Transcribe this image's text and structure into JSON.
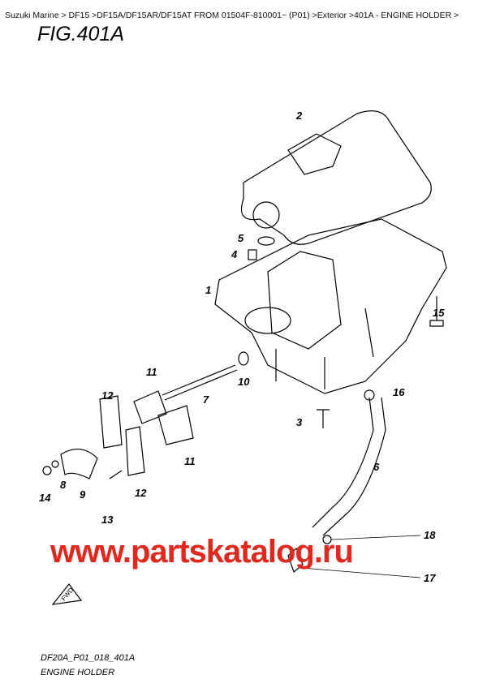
{
  "breadcrumb": "Suzuki Marine > DF15 >DF15A/DF15AR/DF15AT FROM 01504F-810001~ (P01) >Exterior >401A - ENGINE HOLDER >",
  "figure_title": "FIG.401A",
  "callouts": [
    "2",
    "5",
    "4",
    "1",
    "15",
    "10",
    "11",
    "7",
    "12",
    "16",
    "3",
    "6",
    "14",
    "8",
    "9",
    "12",
    "11",
    "13",
    "18",
    "17"
  ],
  "fwd_label": "FWD",
  "watermark": "www.partskatalog.ru",
  "diagram_code": "DF20A_P01_018_401A",
  "diagram_name": "ENGINE HOLDER",
  "colors": {
    "watermark": "#e0281e"
  }
}
